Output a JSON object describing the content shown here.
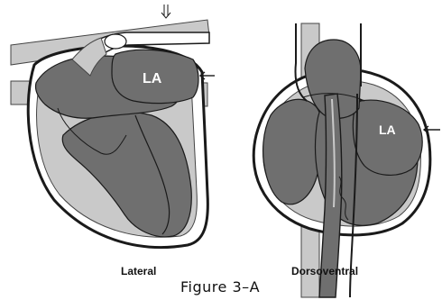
{
  "figure": {
    "caption": "Figure 3–A",
    "colors": {
      "dark_shade": "#6f6f6f",
      "light_shade": "#c9c9c9",
      "outline": "#1a1a1a",
      "background": "#ffffff"
    },
    "panels": [
      {
        "label": "Lateral",
        "chamber_label": "LA",
        "indicator": "arrow pointing at left atrium",
        "extra_indicator": "double arrow from top"
      },
      {
        "label": "Dorsoventral",
        "chamber_label": "LA",
        "indicator": "arrow pointing at left atrium"
      }
    ]
  }
}
